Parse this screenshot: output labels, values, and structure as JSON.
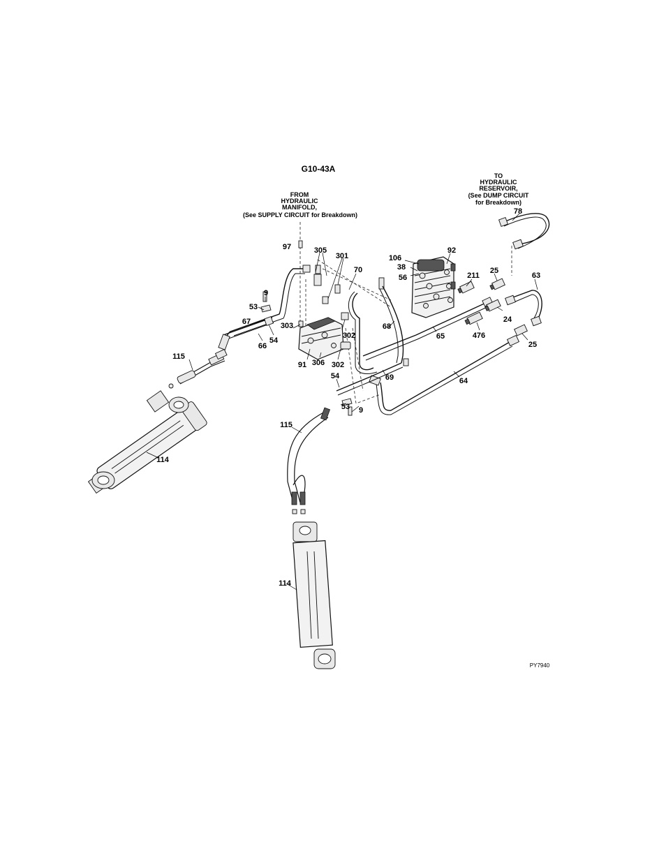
{
  "title": "G10-43A",
  "drawing_number": "PY7940",
  "notes": {
    "from_manifold": [
      "FROM",
      "HYDRAULIC",
      "MANIFOLD,",
      "(See SUPPLY CIRCUIT for Breakdown)"
    ],
    "to_reservoir": [
      "TO",
      "HYDRAULIC",
      "RESERVOIR,",
      "(See DUMP CIRCUIT",
      "for Breakdown)"
    ]
  },
  "callouts": {
    "c97": "97",
    "c305": "305",
    "c301": "301",
    "c70": "70",
    "c106": "106",
    "c92": "92",
    "c38": "38",
    "c56": "56",
    "c211": "211",
    "c25a": "25",
    "c63": "63",
    "c78": "78",
    "c9a": "9",
    "c53a": "53",
    "c67": "67",
    "c303": "303",
    "c302a": "302",
    "c68": "68",
    "c65": "65",
    "c24": "24",
    "c476": "476",
    "c25b": "25",
    "c66": "66",
    "c54a": "54",
    "c91": "91",
    "c306": "306",
    "c302b": "302",
    "c115a": "115",
    "c54b": "54",
    "c69": "69",
    "c64": "64",
    "c53b": "53",
    "c9b": "9",
    "c115b": "115",
    "c114a": "114",
    "c114b": "114"
  }
}
